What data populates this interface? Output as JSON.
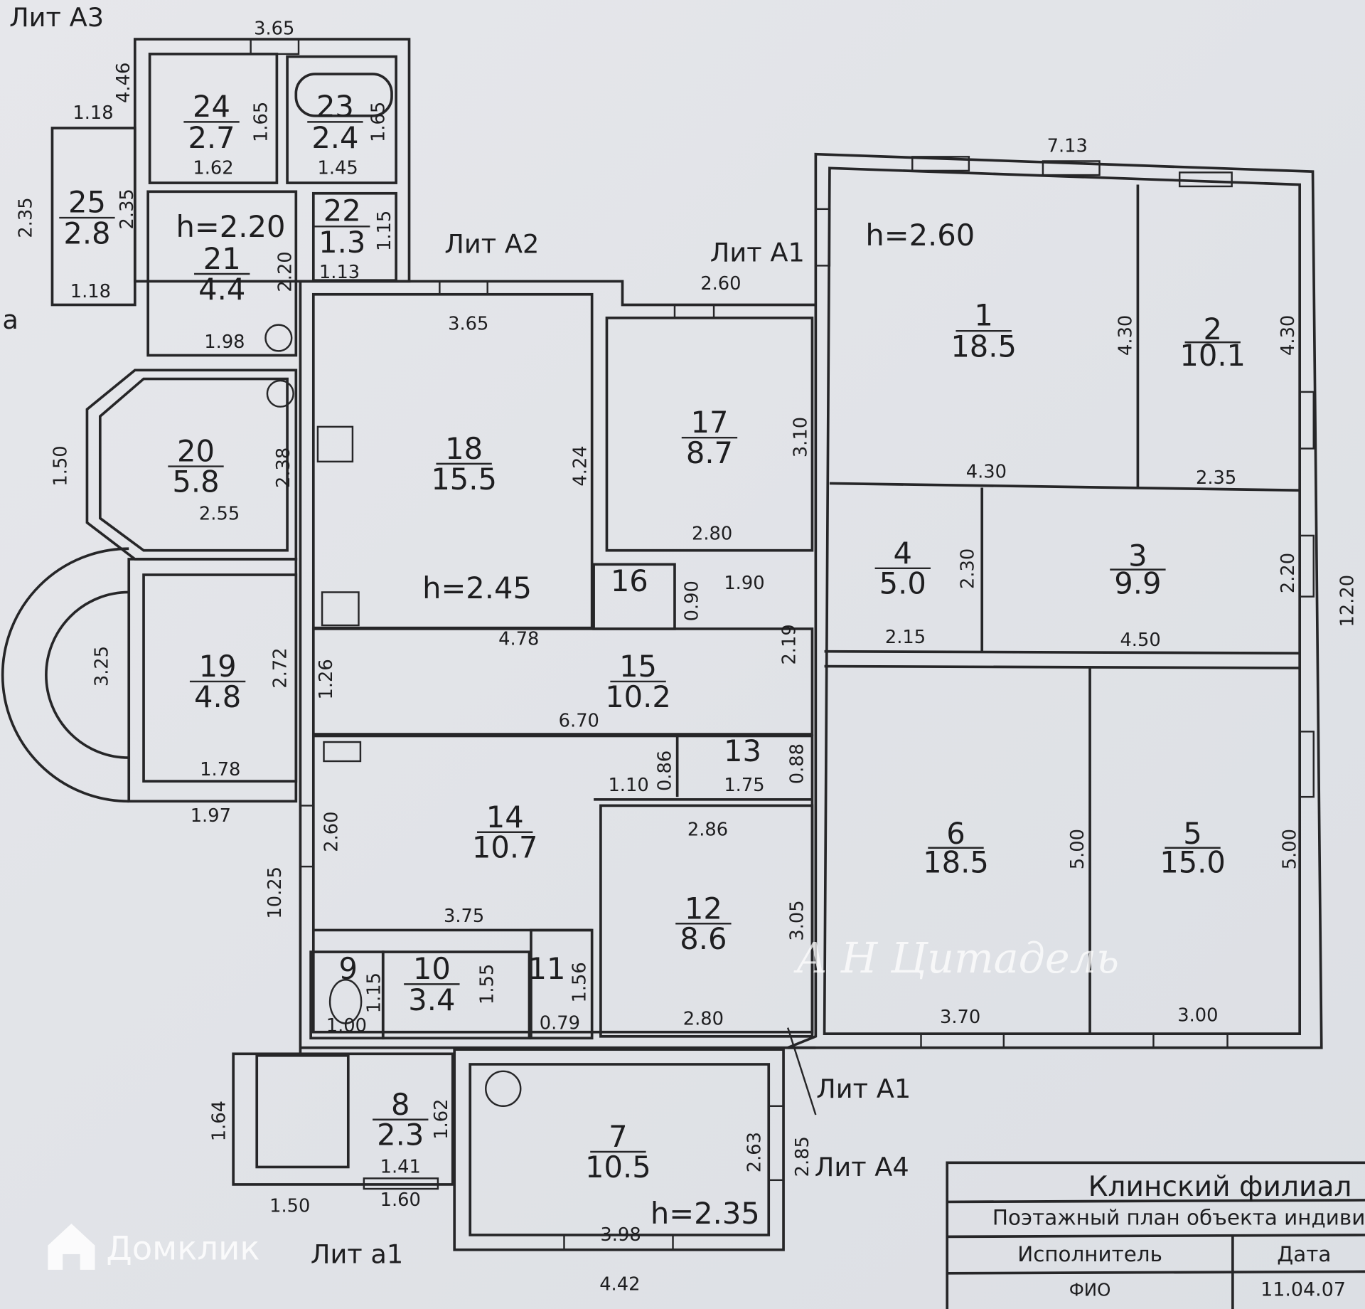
{
  "colors": {
    "paper": "#e3e5e9",
    "ink": "#262628",
    "watermark": "#ffffff"
  },
  "labels": {
    "lit_a3": "Лит А3",
    "lit_a2": "Лит А2",
    "lit_a1_top": "Лит А1",
    "lit_a1_bottom": "Лит А1",
    "lit_a4": "Лит А4",
    "lit_a1_small": "Лит а1",
    "side_a": "а"
  },
  "heights": [
    "h=2.20",
    "h=2.60",
    "h=2.45",
    "h=2.35"
  ],
  "rooms": [
    {
      "num": "24",
      "area": "2.7"
    },
    {
      "num": "23",
      "area": "2.4"
    },
    {
      "num": "25",
      "area": "2.8"
    },
    {
      "num": "22",
      "area": "1.3"
    },
    {
      "num": "21",
      "area": "4.4"
    },
    {
      "num": "20",
      "area": "5.8"
    },
    {
      "num": "19",
      "area": "4.8"
    },
    {
      "num": "18",
      "area": "15.5"
    },
    {
      "num": "17",
      "area": "8.7"
    },
    {
      "num": "16",
      "area": ""
    },
    {
      "num": "15",
      "area": "10.2"
    },
    {
      "num": "14",
      "area": "10.7"
    },
    {
      "num": "13",
      "area": ""
    },
    {
      "num": "12",
      "area": "8.6"
    },
    {
      "num": "9",
      "area": ""
    },
    {
      "num": "10",
      "area": "3.4"
    },
    {
      "num": "11",
      "area": ""
    },
    {
      "num": "8",
      "area": "2.3"
    },
    {
      "num": "7",
      "area": "10.5"
    },
    {
      "num": "1",
      "area": "18.5"
    },
    {
      "num": "2",
      "area": "10.1"
    },
    {
      "num": "4",
      "area": "5.0"
    },
    {
      "num": "3",
      "area": "9.9"
    },
    {
      "num": "6",
      "area": "18.5"
    },
    {
      "num": "5",
      "area": "15.0"
    }
  ],
  "dims_h": [
    "3.65",
    "1.18",
    "1.62",
    "1.45",
    "1.13",
    "1.18",
    "1.98",
    "3.65",
    "2.60",
    "7.13",
    "4.30",
    "2.35",
    "2.55",
    "2.80",
    "1.90",
    "4.78",
    "2.15",
    "4.50",
    "6.70",
    "1.78",
    "1.97",
    "1.10",
    "1.75",
    "2.86",
    "3.75",
    "1.00",
    "0.79",
    "2.80",
    "3.70",
    "3.00",
    "1.41",
    "1.50",
    "1.60",
    "3.98",
    "4.42"
  ],
  "dims_v": [
    "4.46",
    "1.65",
    "1.65",
    "2.35",
    "2.35",
    "1.15",
    "2.20",
    "1.50",
    "2.38",
    "4.24",
    "3.10",
    "4.30",
    "4.30",
    "2.30",
    "2.20",
    "12.20",
    "0.90",
    "2.19",
    "3.25",
    "2.72",
    "1.26",
    "0.86",
    "0.88",
    "2.60",
    "10.25",
    "5.00",
    "5.00",
    "3.05",
    "1.55",
    "1.56",
    "1.15",
    "1.64",
    "1.62",
    "2.63",
    "2.85"
  ],
  "title_block": {
    "branch": "Клинский филиал",
    "plan_title": "Поэтажный план объекта индивид",
    "executor_header": "Исполнитель",
    "date_header": "Дата",
    "executor": "ФИО",
    "date": "11.04.07"
  },
  "watermark": {
    "brand": "Домклик",
    "agency": "А Н Цитадель"
  }
}
